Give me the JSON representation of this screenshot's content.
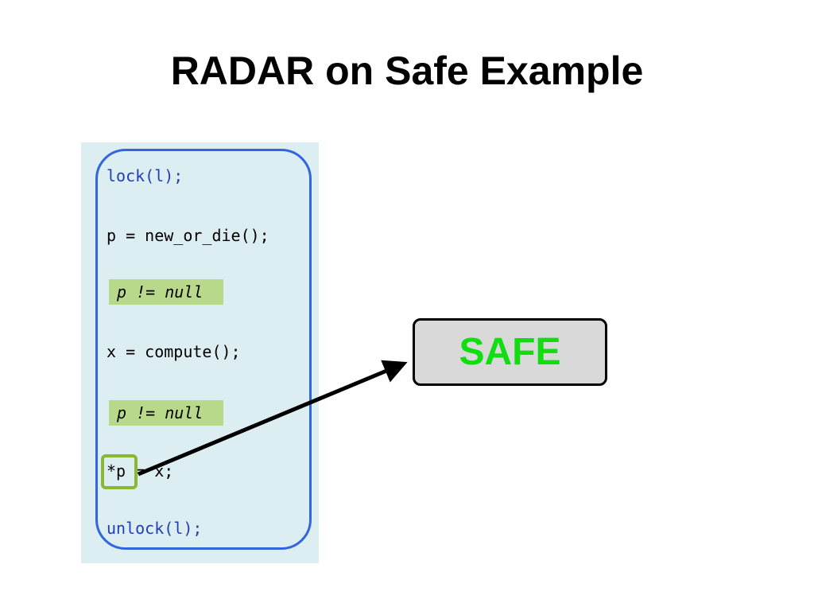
{
  "slide": {
    "title": "RADAR on Safe Example"
  },
  "code": {
    "lines": [
      "lock(l);",
      "p = new_or_die();",
      "x = compute();",
      "*p = x;",
      "unlock(l);"
    ],
    "assertions": [
      "p != null",
      "p != null"
    ]
  },
  "result": {
    "label": "SAFE"
  },
  "colors": {
    "keyword": "#1f3fb4",
    "frame": "#3366dd",
    "panel": "#ddeef2",
    "assertion_bg": "#b9d98a",
    "highlight": "#8ab82e",
    "safe_text": "#11dd11"
  }
}
